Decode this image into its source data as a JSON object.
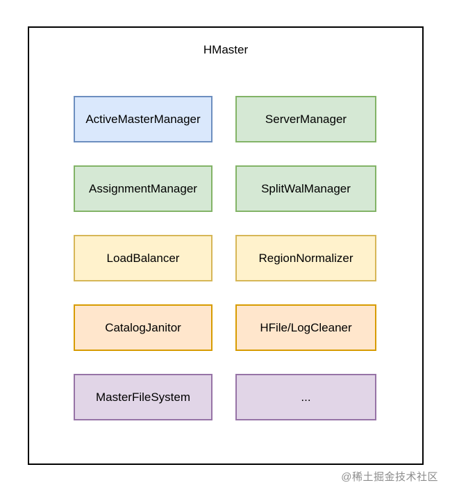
{
  "diagram": {
    "title": "HMaster",
    "watermark": "@稀土掘金技术社区",
    "boxes": [
      {
        "label": "ActiveMasterManager",
        "color": "blue"
      },
      {
        "label": "ServerManager",
        "color": "green"
      },
      {
        "label": "AssignmentManager",
        "color": "green"
      },
      {
        "label": "SplitWalManager",
        "color": "green"
      },
      {
        "label": "LoadBalancer",
        "color": "yellow"
      },
      {
        "label": "RegionNormalizer",
        "color": "yellow"
      },
      {
        "label": "CatalogJanitor",
        "color": "orange"
      },
      {
        "label": "HFile/LogCleaner",
        "color": "orange"
      },
      {
        "label": "MasterFileSystem",
        "color": "purple"
      },
      {
        "label": "...",
        "color": "purple"
      }
    ],
    "palette": {
      "blue": {
        "fill": "#dae8fc",
        "stroke": "#6c8ebf"
      },
      "green": {
        "fill": "#d5e8d4",
        "stroke": "#82b366"
      },
      "yellow": {
        "fill": "#fff2cc",
        "stroke": "#d6b656"
      },
      "orange": {
        "fill": "#ffe6cc",
        "stroke": "#d79b00"
      },
      "purple": {
        "fill": "#e1d5e7",
        "stroke": "#9673a6"
      },
      "container_border": "#000000",
      "text": "#000000",
      "watermark": "#8c8c8c"
    }
  }
}
